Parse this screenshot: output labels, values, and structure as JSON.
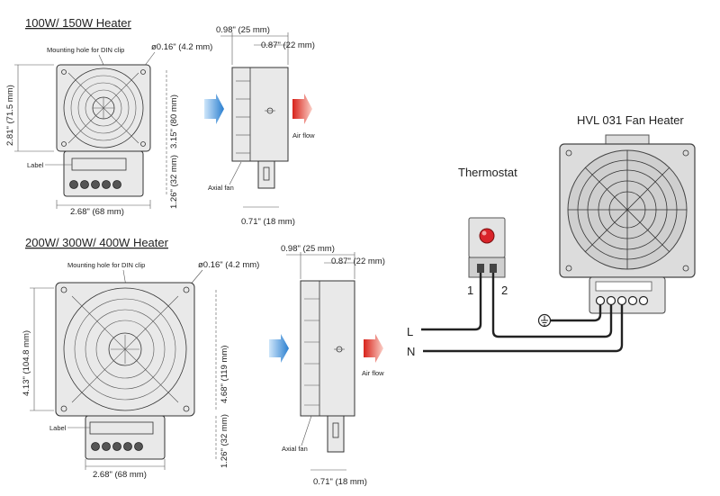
{
  "top_heater": {
    "title": "100W/ 150W Heater",
    "mounting_hole_label": "Mounting hole for DIN clip",
    "hole_dim": "ø0.16\" (4.2 mm)",
    "height_dim": "2.81\" (71.5 mm)",
    "hole_spacing_dim": "3.15\" (80 mm)",
    "terminal_height_dim": "1.26\" (32 mm)",
    "width_dim": "2.68\" (68 mm)",
    "label_text": "Label",
    "side_total_dim": "0.98\" (25 mm)",
    "side_body_dim": "0.87\" (22 mm)",
    "side_clip_dim": "0.71\" (18 mm)",
    "axial_fan": "Axial fan",
    "air_flow": "Air flow"
  },
  "bottom_heater": {
    "title": "200W/ 300W/ 400W Heater",
    "mounting_hole_label": "Mounting hole for DIN clip",
    "hole_dim": "ø0.16\" (4.2 mm)",
    "height_dim": "4.13\" (104.8 mm)",
    "hole_spacing_dim": "4.68\" (119 mm)",
    "terminal_height_dim": "1.26\" (32 mm)",
    "width_dim": "2.68\" (68 mm)",
    "label_text": "Label",
    "side_total_dim": "0.98\" (25 mm)",
    "side_body_dim": "0.87\" (22 mm)",
    "side_clip_dim": "0.71\" (18 mm)",
    "axial_fan": "Axial fan",
    "air_flow": "Air flow"
  },
  "wiring": {
    "thermostat_label": "Thermostat",
    "fan_heater_label": "HVL 031 Fan Heater",
    "terminal_1": "1",
    "terminal_2": "2",
    "line_L": "L",
    "line_N": "N"
  },
  "colors": {
    "air_in": "#3a8fd6",
    "air_out": "#e8432a",
    "thermostat_knob": "#d9232a"
  }
}
